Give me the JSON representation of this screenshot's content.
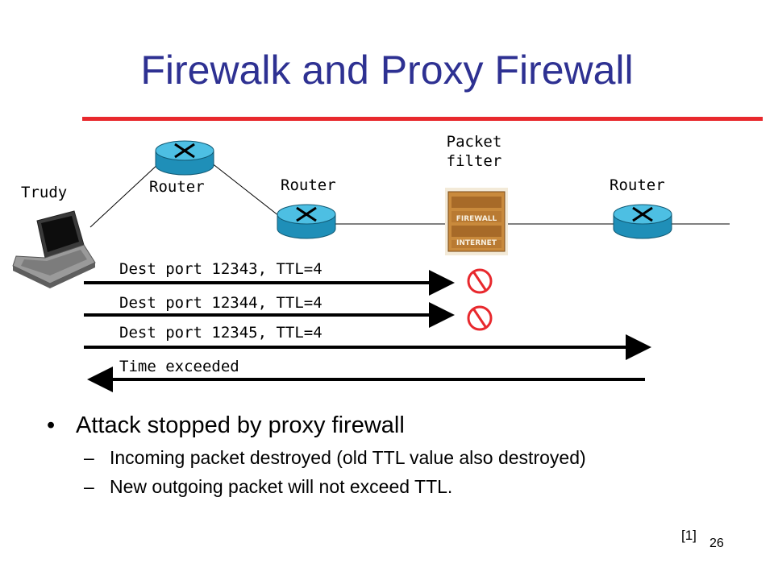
{
  "slide": {
    "title": "Firewalk and Proxy Firewall",
    "page_number": "26",
    "reference": "[1]"
  },
  "diagram": {
    "host_label": "Trudy",
    "router_labels": [
      "Router",
      "Router",
      "Router"
    ],
    "packet_filter_label_line1": "Packet",
    "packet_filter_label_line2": "filter",
    "firewall_image_text": [
      "FIREWALL",
      "INTERNET"
    ],
    "messages": [
      "Dest port 12343, TTL=4",
      "Dest port 12344, TTL=4",
      "Dest port 12345, TTL=4",
      "Time exceeded"
    ],
    "colors": {
      "router_body": "#1f8fb8",
      "router_top": "#4dbfe3",
      "blocked_sign": "#e8282d",
      "title": "#2e3192",
      "rule": "#e8282d"
    }
  },
  "bullets": {
    "main": "Attack stopped by proxy firewall",
    "sub": [
      "Incoming packet destroyed (old TTL value also destroyed)",
      "New outgoing packet will not exceed TTL."
    ]
  }
}
